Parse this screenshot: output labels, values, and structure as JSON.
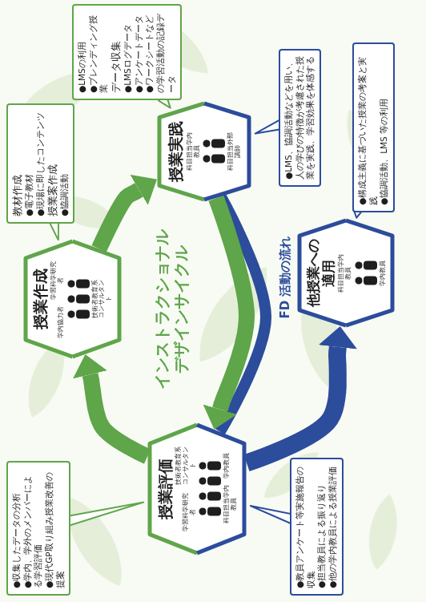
{
  "diagram": {
    "nodes": [
      {
        "text": [
          "授業評価",
          "学習科学研究者",
          "技術者教育系コンサルタント",
          "科目担当学内教員",
          "学内教員"
        ]
      },
      {
        "text": [
          "授業作成",
          "学内協力者",
          "学習科学研究者",
          "技術者教育系コンサルタント"
        ]
      },
      {
        "text": [
          "授業実践",
          "科目担当学内教員",
          "科目担当外部講師"
        ]
      },
      {
        "text": [
          "他授業への適用",
          "科目担当学内教員",
          "学内教員"
        ]
      },
      {
        "text": [
          "●収集したデータの分析",
          "●学内、学外のメンバーによる学習評価",
          "●現代GP取り組み授業改善の提案"
        ]
      },
      {
        "text": [
          "●教員アンケート等実施報告の収集",
          "●担当教員による振り返り",
          "●他の学内教員による授業評価"
        ]
      },
      {
        "text": [
          "教材作成",
          "●電子教材",
          "●現場に即したコンテンツ",
          "授業案作成",
          "●協調活動"
        ]
      },
      {
        "text": [
          "●LMSの利用",
          "●ブレンディング授業",
          "データ収集",
          "●LMSログデータ",
          "●アンケートデータ",
          "●ワークシートなどの学習活動の記録データ"
        ]
      },
      {
        "text": [
          "●LMS、協調活動などを用い、人の学びの特徴が考慮された授業を実践、学習効果を体感する"
        ]
      },
      {
        "text": [
          "●構成主義に基づいた授業の考案と実践",
          "●協調活動、LMS 等の利用"
        ]
      }
    ],
    "edges": [
      {
        "from": 0,
        "to": 1,
        "arrow": "to"
      },
      {
        "from": 1,
        "to": 2,
        "arrow": "to"
      },
      {
        "from": 2,
        "to": 0,
        "arrow": "to"
      },
      {
        "from": 2,
        "to": 0,
        "arrow": "none"
      },
      {
        "from": 0,
        "to": 3,
        "arrow": "to"
      }
    ],
    "labels": [
      "インストラクショナル デザインサイクル",
      "FD 活動の流れ"
    ]
  }
}
